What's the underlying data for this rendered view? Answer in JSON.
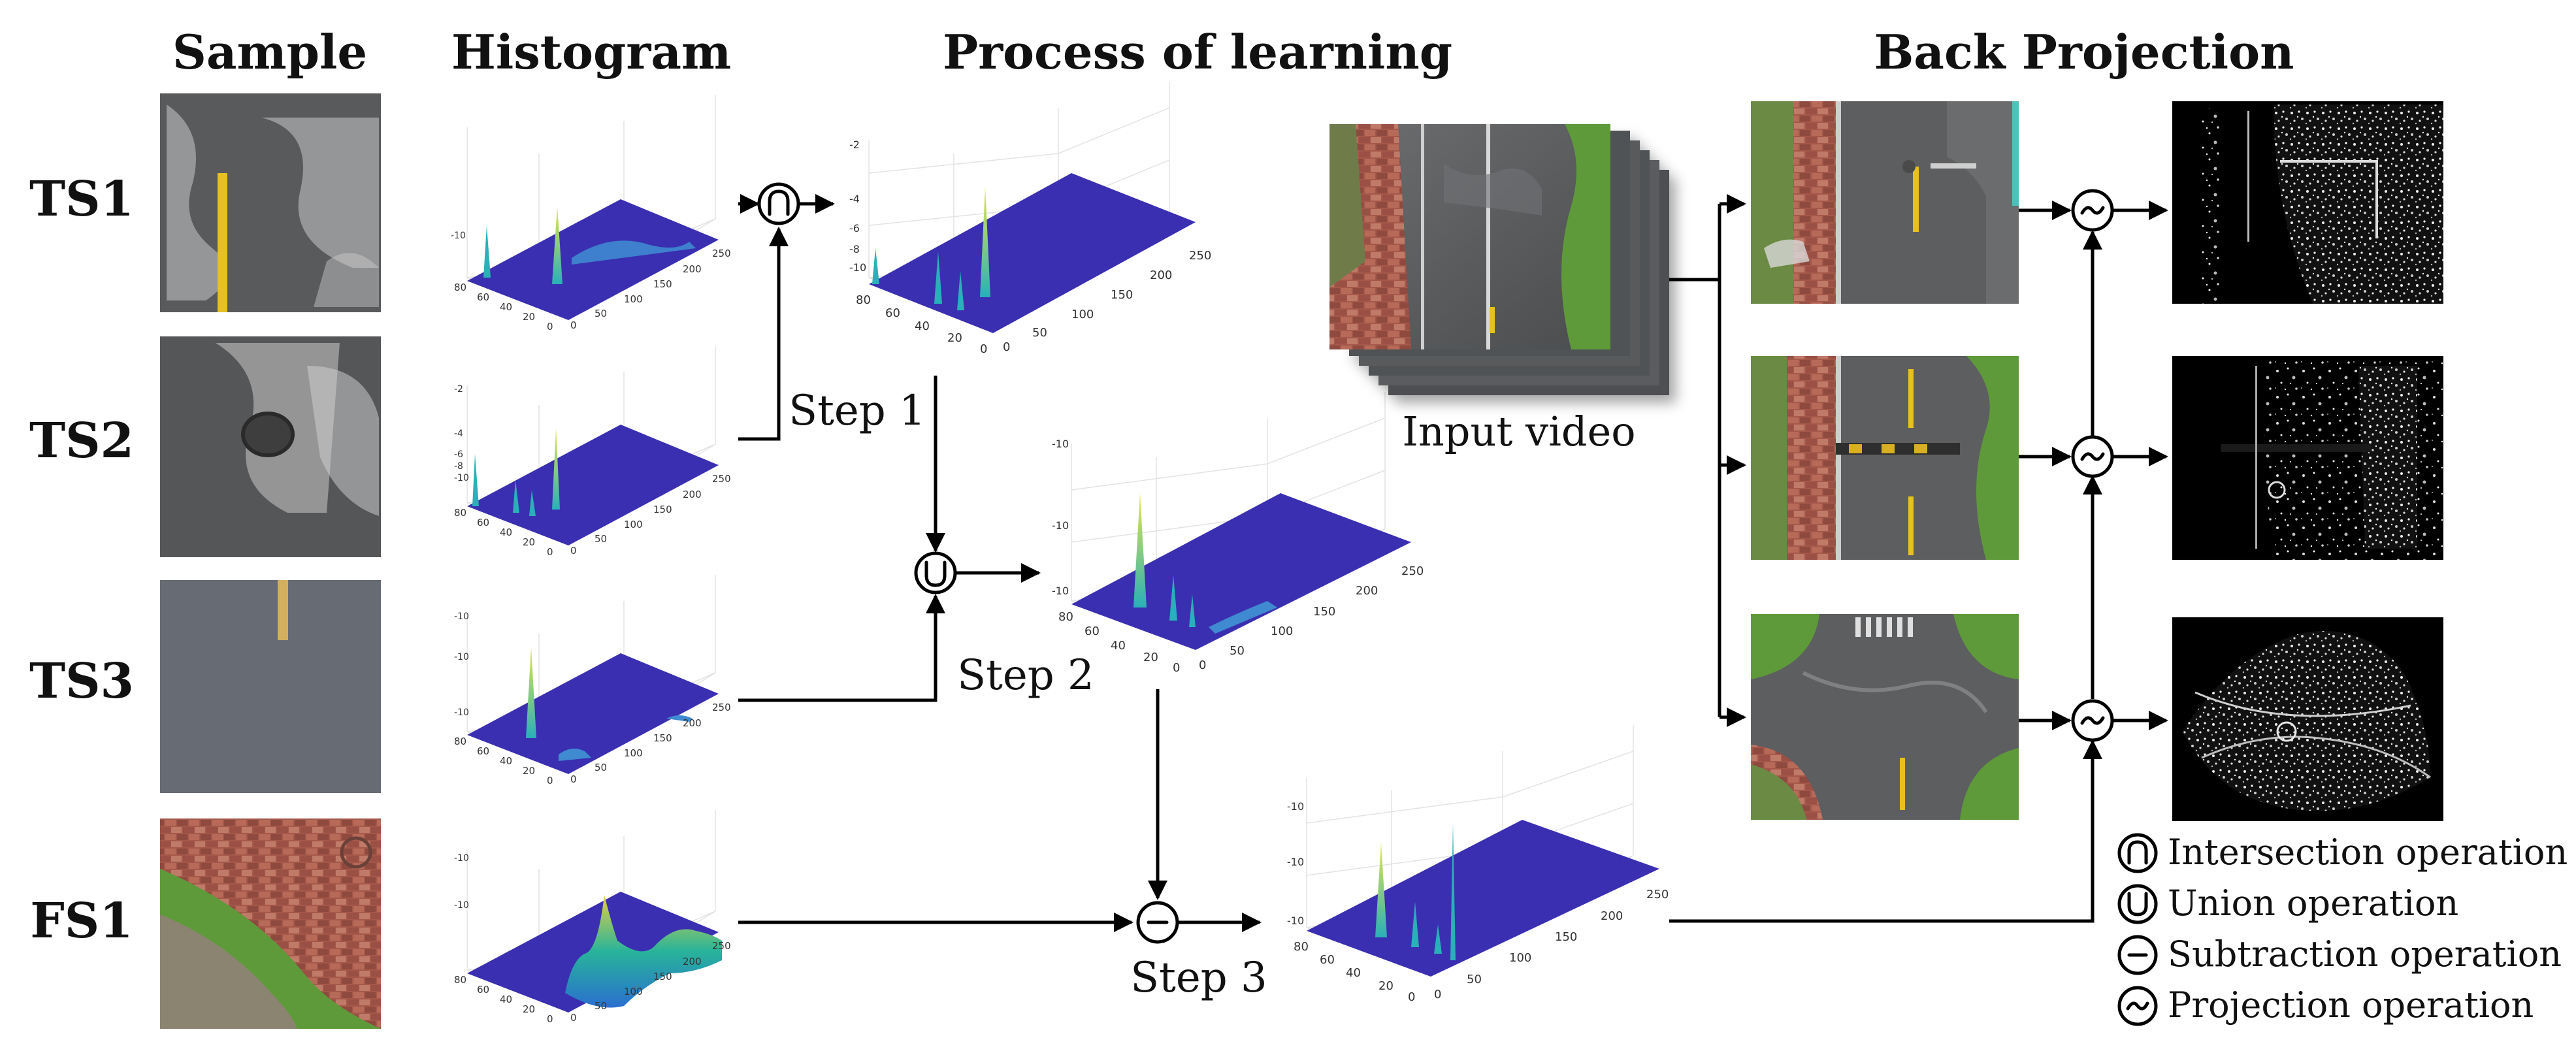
{
  "headers": {
    "sample": "Sample",
    "histogram": "Histogram",
    "process": "Process of learning",
    "back_projection": "Back Projection"
  },
  "rows": [
    "TS1",
    "TS2",
    "TS3",
    "FS1"
  ],
  "steps": {
    "step1": "Step 1",
    "step2": "Step 2",
    "step3": "Step 3"
  },
  "input_video_label": "Input video",
  "legend": [
    {
      "icon": "intersection",
      "label": "Intersection operation"
    },
    {
      "icon": "union",
      "label": "Union operation"
    },
    {
      "icon": "subtraction",
      "label": "Subtraction operation"
    },
    {
      "icon": "projection",
      "label": "Projection operation"
    }
  ],
  "histograms": {
    "ts1": {
      "z_ticks": [
        "-10",
        ""
      ],
      "y_ticks": [
        "80",
        "60",
        "40",
        "20",
        "0"
      ],
      "x_ticks": [
        "0",
        "50",
        "100",
        "150",
        "200",
        "250"
      ]
    },
    "ts2": {
      "z_ticks": [
        "-2",
        "-4",
        "-6",
        "-8",
        "-10"
      ],
      "y_ticks": [
        "80",
        "60",
        "40",
        "20",
        "0"
      ],
      "x_ticks": [
        "0",
        "50",
        "100",
        "150",
        "200",
        "250"
      ]
    },
    "ts3": {
      "z_ticks": [
        "-10",
        "-10",
        "-10"
      ],
      "y_ticks": [
        "80",
        "60",
        "40",
        "20",
        "0"
      ],
      "x_ticks": [
        "0",
        "50",
        "100",
        "150",
        "200",
        "250"
      ]
    },
    "fs1": {
      "z_ticks": [
        "-10",
        "-10"
      ],
      "y_ticks": [
        "80",
        "60",
        "40",
        "20",
        "0"
      ],
      "x_ticks": [
        "0",
        "50",
        "100",
        "150",
        "200",
        "250"
      ]
    },
    "step1": {
      "z_ticks": [
        "-2",
        "-4",
        "-6",
        "-8",
        "-10"
      ],
      "y_ticks": [
        "80",
        "60",
        "40",
        "20",
        "0"
      ],
      "x_ticks": [
        "0",
        "50",
        "100",
        "150",
        "200",
        "250"
      ]
    },
    "step2": {
      "z_ticks": [
        "-10",
        "-10",
        "-10"
      ],
      "y_ticks": [
        "80",
        "60",
        "40",
        "20",
        "0"
      ],
      "x_ticks": [
        "0",
        "50",
        "100",
        "150",
        "200",
        "250"
      ]
    },
    "step3": {
      "z_ticks": [
        "-10",
        "-10",
        "-10"
      ],
      "y_ticks": [
        "80",
        "60",
        "40",
        "20",
        "0"
      ],
      "x_ticks": [
        "0",
        "50",
        "100",
        "150",
        "200",
        "250"
      ]
    }
  },
  "colors": {
    "surface": "#3a2fb0",
    "peak": "#d6e24a",
    "peak_mid": "#2ab0b8",
    "asphalt": "#5a5c5e",
    "yellow_line": "#e8c020",
    "brick": "#a5584a",
    "grass": "#5f9a3a",
    "mask_bg": "#000000"
  }
}
